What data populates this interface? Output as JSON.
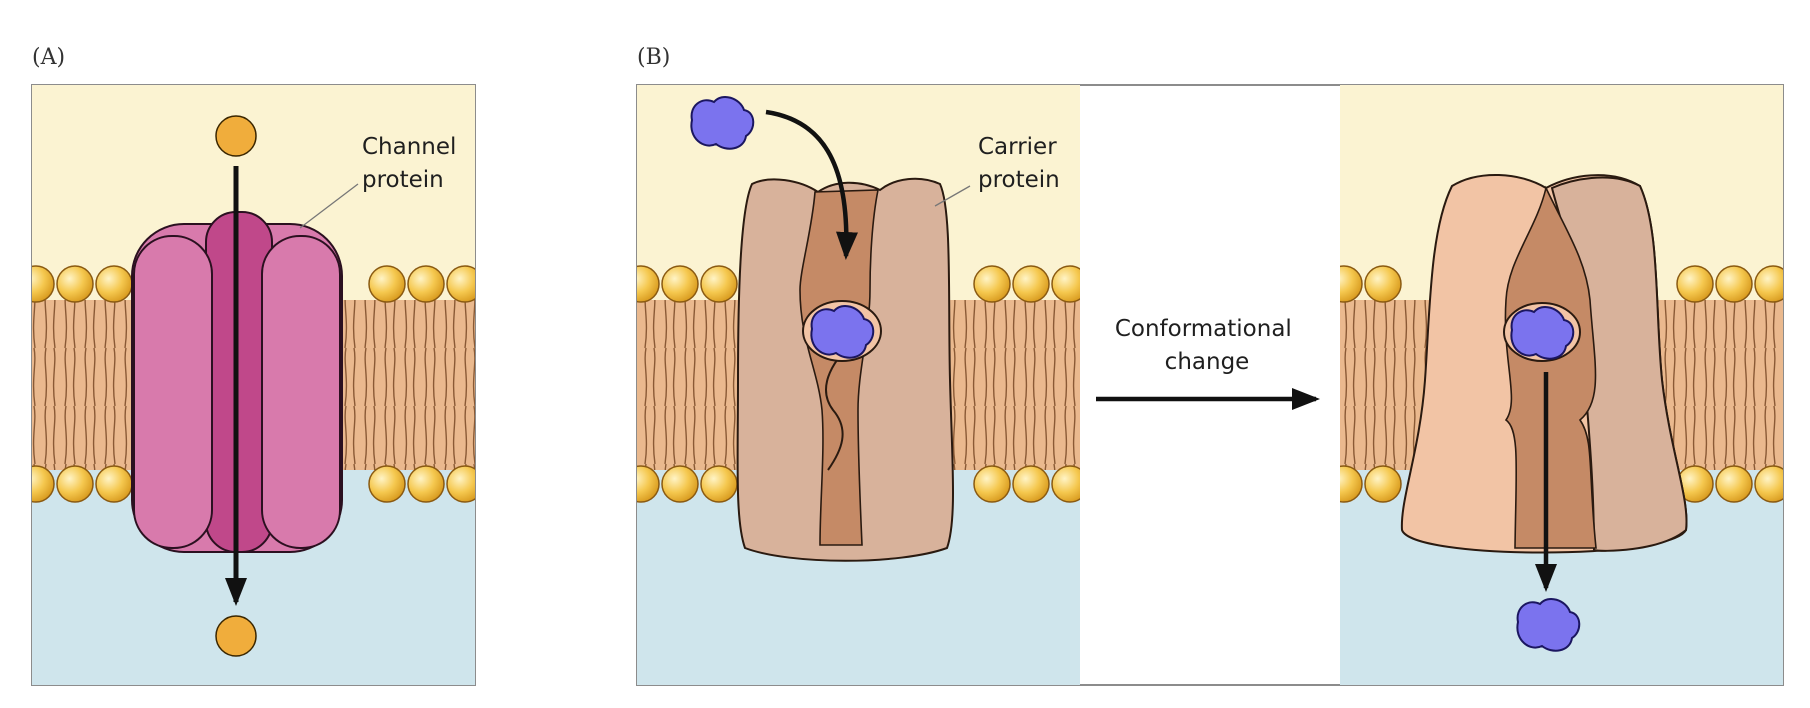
{
  "panels": {
    "a": {
      "label": "(A)"
    },
    "b": {
      "label": "(B)"
    }
  },
  "annotations": {
    "channel_protein": [
      "Channel",
      "protein"
    ],
    "carrier_protein": [
      "Carrier",
      "protein"
    ],
    "conformational_change": [
      "Conformational",
      "change"
    ]
  },
  "colors": {
    "outside": "#fbf3d2",
    "inside": "#cfe5ec",
    "lipid_head": "#f3c24a",
    "lipid_tail": "#eab98e",
    "channel_outer": "#d97aac",
    "channel_pore": "#c04a88",
    "carrier": "#d8b29b",
    "carrier_light": "#f2c4a5",
    "carrier_dark": "#c58a66",
    "solute": "#f0ad3c",
    "ligand": "#7b73ee",
    "arrow": "#111111"
  }
}
